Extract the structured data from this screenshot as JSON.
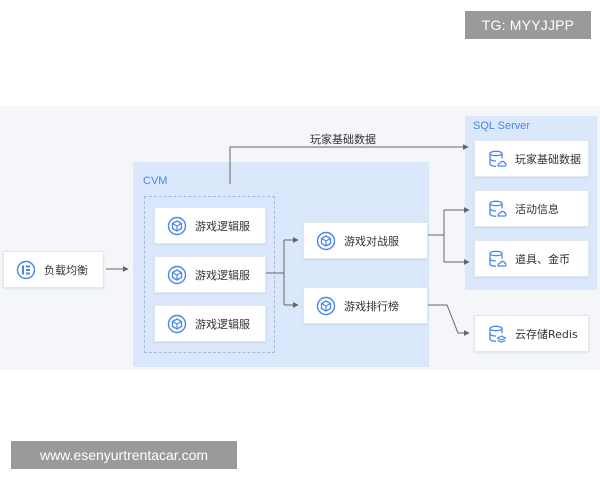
{
  "badges": {
    "top_right": "TG: MYYJJPP",
    "bottom_left": "www.esenyurtrentacar.com"
  },
  "zones": {
    "cvm": "CVM",
    "sql": "SQL Server"
  },
  "edge_label": "玩家基础数据",
  "nodes": {
    "load_balancer": "负载均衡",
    "game_logic_1": "游戏逻辑服",
    "game_logic_2": "游戏逻辑服",
    "game_logic_3": "游戏逻辑服",
    "battle_server": "游戏对战服",
    "ranking_server": "游戏排行榜",
    "player_data": "玩家基础数据",
    "activity_info": "活动信息",
    "props_gold": "道具、金币",
    "redis": "云存储Redis"
  },
  "colors": {
    "accent": "#4a86e8",
    "zone_fill": "#dbe8fb",
    "band_fill": "#f4f6fa",
    "connector": "#666666",
    "badge": "#9a9a9a"
  },
  "icons": {
    "load_balancer": "load-balancer-icon",
    "server": "cube-server-icon",
    "database": "database-cloud-icon",
    "redis": "database-layers-icon"
  }
}
